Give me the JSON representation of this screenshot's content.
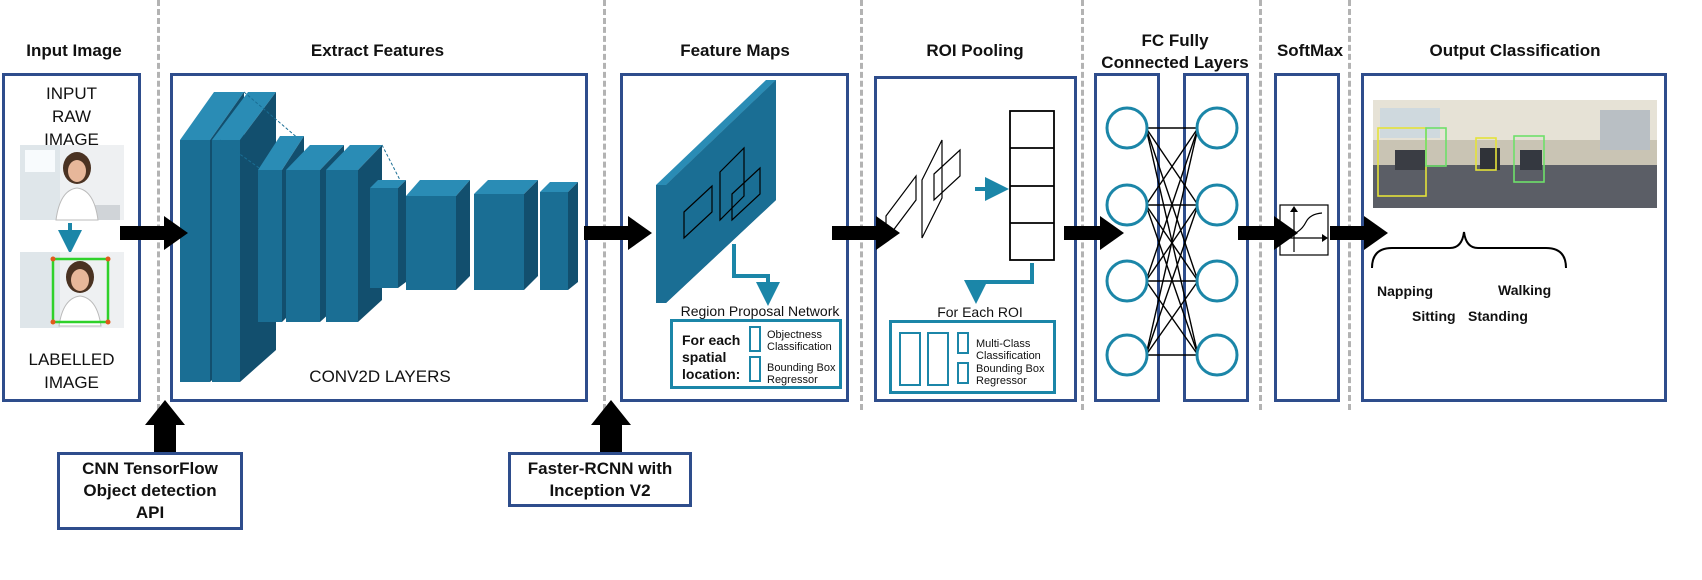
{
  "sections": {
    "input_image": "Input Image",
    "extract_features": "Extract Features",
    "feature_maps": "Feature Maps",
    "roi_pooling": "ROI Pooling",
    "fc_line1": "FC Fully",
    "fc_line2": "Connected Layers",
    "softmax": "SoftMax",
    "output_classification": "Output Classification"
  },
  "input_panel": {
    "raw_line1": "INPUT",
    "raw_line2": "RAW",
    "raw_line3": "IMAGE",
    "labelled_line1": "LABELLED",
    "labelled_line2": "IMAGE"
  },
  "extract_panel": {
    "caption": "CONV2D LAYERS"
  },
  "feature_panel": {
    "rpn_title": "Region Proposal Network",
    "for_each_line1": "For each",
    "for_each_line2": "spatial",
    "for_each_line3": "location:",
    "objectness_line1": "Objectness",
    "objectness_line2": "Classification",
    "bbox_line1": "Bounding Box",
    "bbox_line2": "Regressor"
  },
  "roi_panel": {
    "for_each_roi": "For Each ROI",
    "multiclass_line1": "Multi-Class",
    "multiclass_line2": "Classification",
    "bbox_line1": "Bounding Box",
    "bbox_line2": "Regressor"
  },
  "output_panel": {
    "classes": [
      "Napping",
      "Walking",
      "Sitting",
      "Standing"
    ]
  },
  "bottom_boxes": {
    "cnn_line1": "CNN TensorFlow",
    "cnn_line2": "Object detection",
    "cnn_line3": "API",
    "frcnn_line1": "Faster-RCNN with",
    "frcnn_line2": "Inception V2"
  },
  "colors": {
    "panel_border": "#2e4d8c",
    "teal": "#1b86a8",
    "layer_face": "#1a6e94",
    "layer_top": "#2a8cb5",
    "layer_side": "#124f6e"
  }
}
